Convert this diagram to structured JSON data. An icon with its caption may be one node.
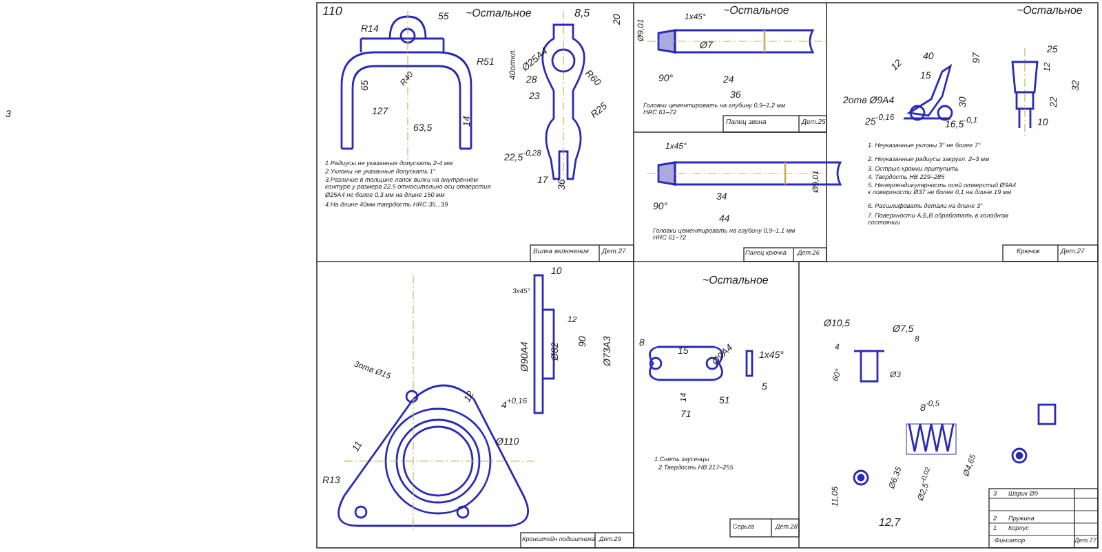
{
  "diagram": {
    "labels": [
      "3",
      "110",
      "~Остальное",
      "R14",
      "55",
      "R51",
      "R40",
      "65",
      "127",
      "63,5",
      "14",
      "8,5",
      "20",
      "Ø25A4",
      "28",
      "R60",
      "23",
      "R25",
      "40откл.",
      "22,5$^{-0,28}$",
      "17",
      "36",
      "1.Радиусы не указанные допускать 2-4 мм",
      "2.Уклоны не указанные допускать 1°",
      "3.Различие в толщине лапок вилки на внутреннем контуре у размера 22,5 относительно оси отверстия Ø25A4 не более 0,3 мм на длине 150 мм",
      "4.На длине 40мм твердость HRC 35...39",
      "Вилка включения",
      "Дет.27",
      "Ø9,01",
      "~Остальное",
      "1х45°",
      "Ø7",
      "90°",
      "24",
      "36",
      "Головки цементировать на глубину 0,9–1,2 мм HRC 61–72",
      "Палец звена",
      "Дет.25",
      "1х45°",
      "Ø9,01",
      "90°",
      "34",
      "44",
      "Головки цементировать на глубину 0,9–1,1 мм HRC 61–72",
      "Палец крючка",
      "Дет.26",
      "~Остальное",
      "12",
      "40",
      "15",
      "97",
      "2отв Ø9A4",
      "30",
      "25$^{-0,16}$",
      "16,5$^{-0,1}$",
      "25",
      "12",
      "22",
      "32",
      "10",
      "1. Неуказанные уклоны 3° не более 7°",
      "2. Неуказанные радиусы закругл. 2–3 мм",
      "3. Острые кромки притупить",
      "4. Твердость HB 229–285",
      "5. Неперпендикулярность осей отверстий Ø9A4 к поверхности Ø37 не более 0,1 на длине 19 мм",
      "6. Расшлифовать детали на длине 3°",
      "7. Поверхности А,Б,В обработать в холодном состоянии",
      "Крючок",
      "Дет.27",
      "10",
      "3х45°",
      "Ø90A4",
      "Ø82",
      "90",
      "Ø73A3",
      "12",
      "4$^{+0,16}$",
      "3отв Ø15",
      "12",
      "11",
      "Ø110",
      "R13",
      "Кронштейн подшипника",
      "Дет.29",
      "~Остальное",
      "8",
      "15",
      "Ø9A4",
      "1х45°",
      "14",
      "51",
      "5",
      "71",
      "1.Снять заусенцы",
      "2.Твердость HB 217–255",
      "Серьга",
      "Дет.28",
      "Ø10,5",
      "Ø7,5",
      "4",
      "8",
      "60°",
      "Ø3",
      "8$^{-0,5}$",
      "Ø6,35",
      "Ø2,5$^{-0,02}$",
      "Ø4,65",
      "11,05",
      "12,7",
      "3",
      "Шарик Ø9",
      "2",
      "Пружина",
      "1",
      "Корпус",
      "Фиксатор",
      "Дет.77"
    ]
  }
}
